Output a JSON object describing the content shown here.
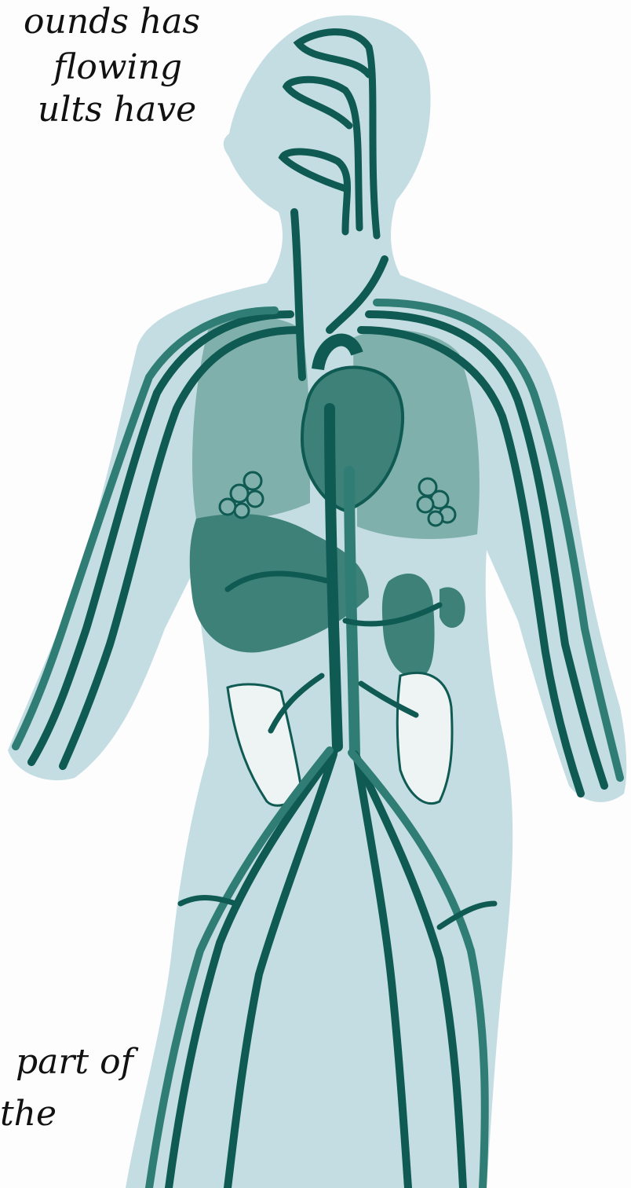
{
  "text_fragments": [
    "ounds has",
    "flowing",
    "ults have",
    "part of",
    "the"
  ],
  "colors": {
    "body_fill": "#c3dde3",
    "vessel": "#0f5a52",
    "vessel_light": "#2f7d74",
    "organ": "#7fb0ab",
    "organ_dark": "#3d8178",
    "intestine": "#eef3f3"
  },
  "figure": {
    "subject": "human circulatory system",
    "organs": [
      "heart",
      "lungs",
      "liver",
      "kidney",
      "intestines"
    ]
  }
}
